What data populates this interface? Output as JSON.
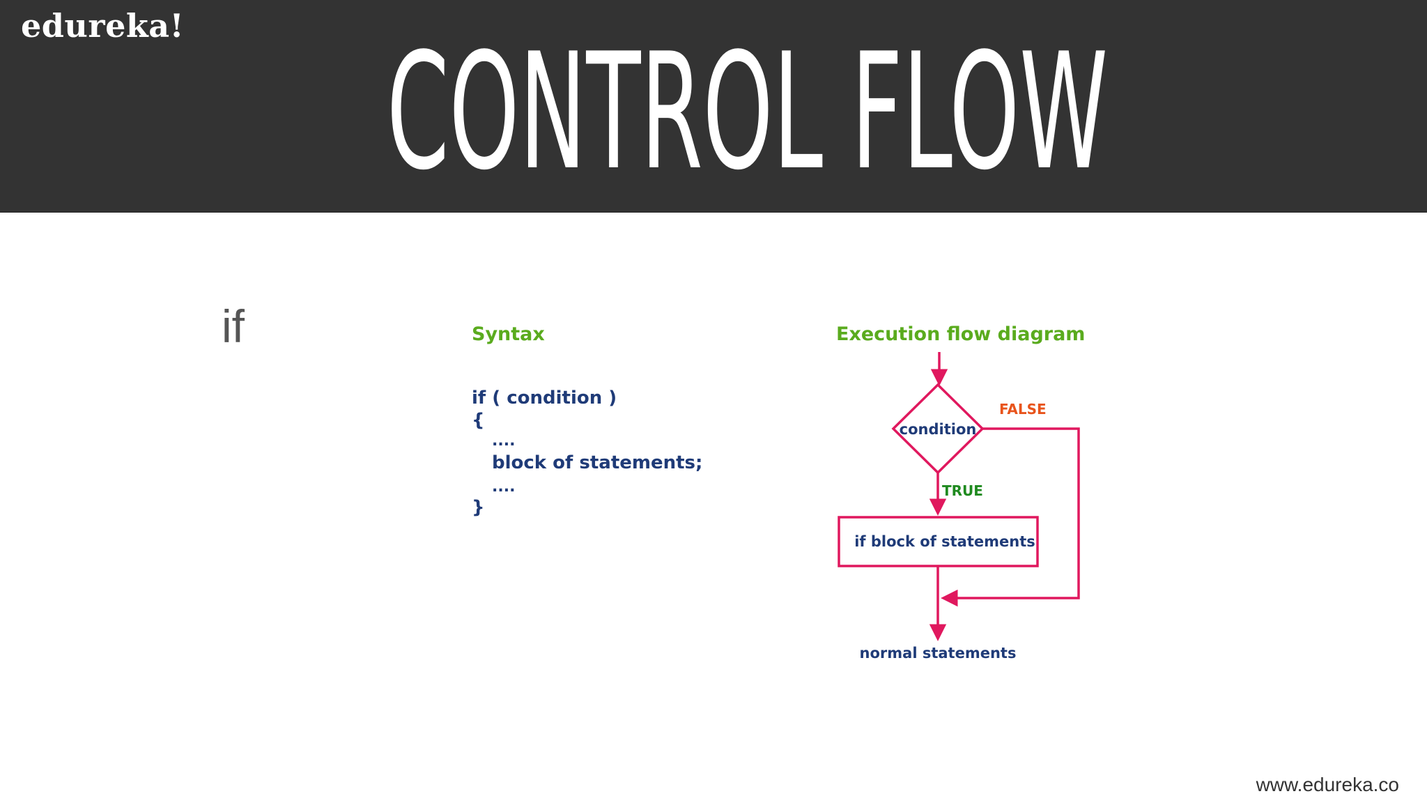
{
  "header": {
    "brand": "edureka!",
    "title": "CONTROL FLOW"
  },
  "topic": "if",
  "syntax": {
    "heading": "Syntax",
    "lines": [
      "if ( condition )",
      "{",
      "....",
      "block of statements;",
      "....",
      "}"
    ]
  },
  "diagram": {
    "heading": "Execution flow diagram",
    "condition_label": "condition",
    "false_label": "FALSE",
    "true_label": "TRUE",
    "block_label": "if block of statements",
    "end_label": "normal statements",
    "colors": {
      "line": "#e0185e",
      "false": "#e8541c",
      "true": "#1f8a1f",
      "text": "#1f3b78",
      "heading": "#5aab1e"
    }
  },
  "footer": {
    "url": "www.edureka.co"
  }
}
